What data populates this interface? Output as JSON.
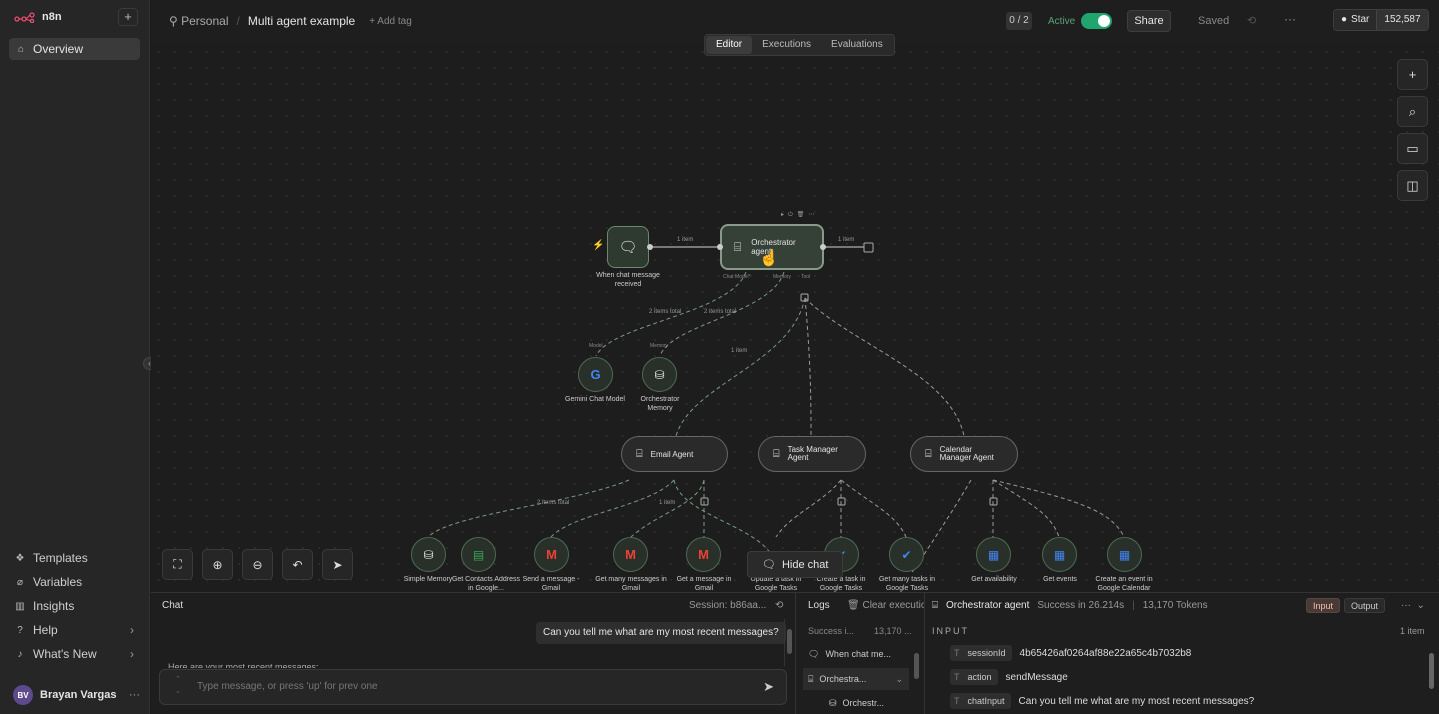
{
  "app": {
    "name": "n8n"
  },
  "sidebar": {
    "overview": "Overview",
    "bottom_items": [
      {
        "label": "Templates",
        "icon": "templates-icon"
      },
      {
        "label": "Variables",
        "icon": "variables-icon"
      },
      {
        "label": "Insights",
        "icon": "insights-icon"
      },
      {
        "label": "Help",
        "icon": "help-icon"
      },
      {
        "label": "What's New",
        "icon": "bell-icon"
      }
    ],
    "user": {
      "initials": "BV",
      "name": "Brayan Vargas"
    }
  },
  "topbar": {
    "project": "Personal",
    "workflow_name": "Multi agent example",
    "add_tag": "+ Add tag",
    "counter": "0 / 2",
    "active_label": "Active",
    "active": true,
    "share": "Share",
    "saved": "Saved",
    "github_star": "Star",
    "github_count": "152,587"
  },
  "tabs": [
    {
      "label": "Editor",
      "active": true
    },
    {
      "label": "Executions",
      "active": false
    },
    {
      "label": "Evaluations",
      "active": false
    }
  ],
  "canvas": {
    "nodes": {
      "trigger": "When chat message received",
      "orchestrator": "Orchestrator agent",
      "gemini": "Gemini Chat Model",
      "orch_memory": "Orchestrator Memory",
      "email_agent": "Email Agent",
      "task_agent": "Task Manager Agent",
      "calendar_agent": "Calendar Manager Agent",
      "simple_memory": "Simple Memory",
      "get_contacts": "Get Contacts Address in Google...",
      "send_message": "Send a message - Gmail",
      "get_many_messages": "Get many messages in Gmail",
      "get_message": "Get a message in Gmail",
      "update_task": "Update a task in Google Tasks",
      "create_task": "Create a task in Google Tasks",
      "get_many_tasks": "Get many tasks in Google Tasks",
      "get_availability": "Get availability",
      "get_events": "Get events",
      "create_event": "Create an event in Google Calendar"
    },
    "edge_labels": {
      "one_item": "1 item",
      "two_items_total": "2 items total"
    },
    "sub_ports": {
      "chat_model": "Chat Model*",
      "memory": "Memory",
      "tool": "Tool",
      "model": "Model"
    },
    "hide_chat": "Hide chat"
  },
  "chat": {
    "title": "Chat",
    "session": "Session: b86aa...",
    "user_message": "Can you tell me what are my most recent messages?",
    "answer_preview": "Here are your most recent messages:",
    "placeholder": "Type message, or press 'up' for prev one"
  },
  "logs": {
    "title": "Logs",
    "clear": "Clear execution",
    "status": "Success i...",
    "tokens": "13,170 ...",
    "rows": [
      "When chat me...",
      "Orchestra...",
      "Orchestr..."
    ]
  },
  "detail": {
    "node": "Orchestrator agent",
    "status": "Success in 26.214s",
    "tokens": "13,170 Tokens",
    "input_tab": "Input",
    "output_tab": "Output",
    "section": "INPUT",
    "item_count": "1 item",
    "fields": [
      {
        "key": "sessionId",
        "value": "4b65426af0264af88e22a65c4b7032b8"
      },
      {
        "key": "action",
        "value": "sendMessage"
      },
      {
        "key": "chatInput",
        "value": "Can you tell me what are my most recent messages?"
      }
    ]
  },
  "colors": {
    "accent_green": "#1fa56d",
    "canvas_bg": "#1d1d1d",
    "sidebar_bg": "#262626"
  }
}
